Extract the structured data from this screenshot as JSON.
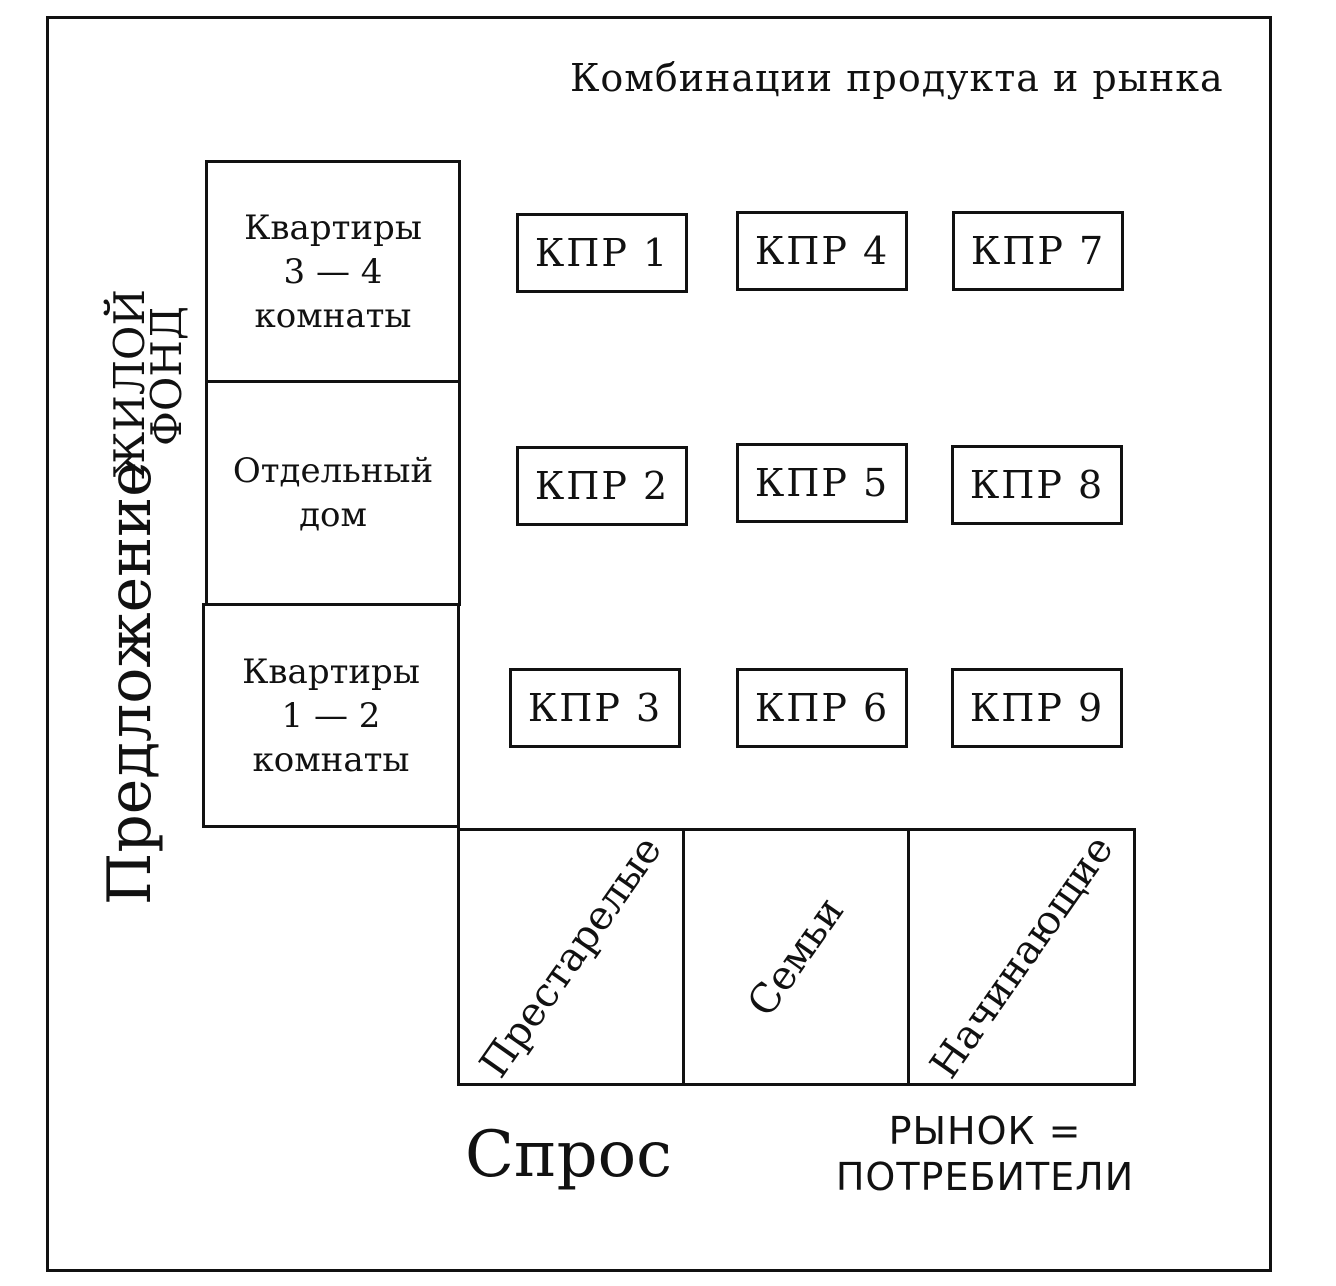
{
  "title": "Комбинации продукта и рынка",
  "supply_axis": {
    "label": "Предложение",
    "sublabel_line1": "ЖИЛОЙ",
    "sublabel_line2": "ФОНД"
  },
  "rows": [
    {
      "line1": "Квартиры",
      "line2": "3 — 4",
      "line3": "комнаты"
    },
    {
      "line1": "Отдельный",
      "line2": "дом",
      "line3": ""
    },
    {
      "line1": "Квартиры",
      "line2": "1 — 2",
      "line3": "комнаты"
    }
  ],
  "columns": [
    "Престарелые",
    "Семьи",
    "Начинающие"
  ],
  "combinations": [
    "КПР 1",
    "КПР 2",
    "КПР 3",
    "КПР 4",
    "КПР 5",
    "КПР 6",
    "КПР 7",
    "КПР 8",
    "КПР 9"
  ],
  "demand_axis": {
    "label": "Спрос",
    "market_line1": "РЫНОК =",
    "market_line2": "ПОТРЕБИТЕЛИ"
  }
}
